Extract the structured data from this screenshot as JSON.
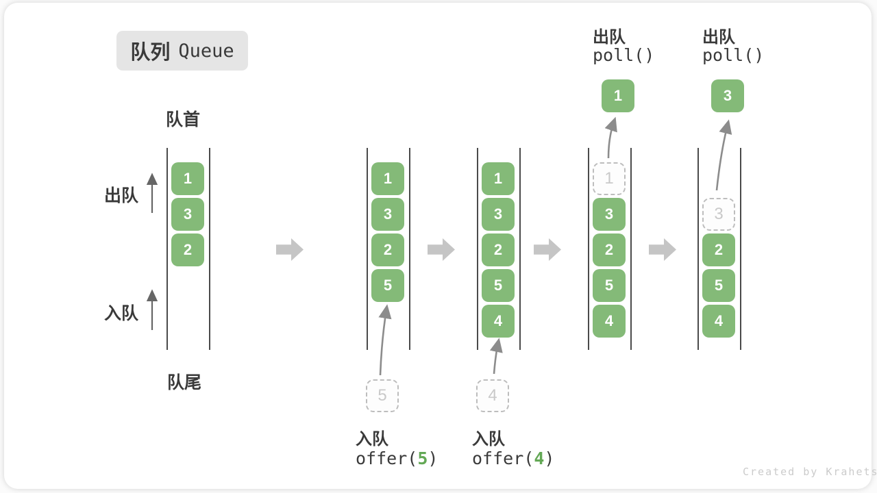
{
  "title_badge": {
    "zh": "队列",
    "en": "Queue"
  },
  "side_labels": {
    "front": "队首",
    "rear": "队尾",
    "dequeue": "出队",
    "enqueue": "入队"
  },
  "watermark": "Created by Krahets",
  "colors": {
    "green": "#84ba78",
    "green_text": "#ffffff",
    "dash_border": "#bdbdbd",
    "dash_text": "#c9c9c9",
    "code_accent": "#63a855",
    "big_arrow": "#c5c5c5",
    "line": "#4a4a4a",
    "label": "#3a3a3a",
    "watermark_color": "#cbcbcb",
    "badge_bg": "#e5e5e5",
    "connector": "#8c8c8c",
    "connector_dark": "#666666"
  },
  "states": [
    {
      "slots": [
        {
          "row": 0,
          "value": "1",
          "style": "solid"
        },
        {
          "row": 1,
          "value": "3",
          "style": "solid"
        },
        {
          "row": 2,
          "value": "2",
          "style": "solid"
        }
      ]
    },
    {
      "slots": [
        {
          "row": 0,
          "value": "1",
          "style": "solid"
        },
        {
          "row": 1,
          "value": "3",
          "style": "solid"
        },
        {
          "row": 2,
          "value": "2",
          "style": "solid"
        },
        {
          "row": 3,
          "value": "5",
          "style": "solid"
        }
      ],
      "pending_box": {
        "value": "5"
      },
      "op_bottom": {
        "label": "入队",
        "fn_open": "offer(",
        "arg": "5",
        "fn_close": ")"
      }
    },
    {
      "slots": [
        {
          "row": 0,
          "value": "1",
          "style": "solid"
        },
        {
          "row": 1,
          "value": "3",
          "style": "solid"
        },
        {
          "row": 2,
          "value": "2",
          "style": "solid"
        },
        {
          "row": 3,
          "value": "5",
          "style": "solid"
        },
        {
          "row": 4,
          "value": "4",
          "style": "solid"
        }
      ],
      "pending_box": {
        "value": "4"
      },
      "op_bottom": {
        "label": "入队",
        "fn_open": "offer(",
        "arg": "4",
        "fn_close": ")"
      }
    },
    {
      "slots": [
        {
          "row": 0,
          "value": "1",
          "style": "dashed"
        },
        {
          "row": 1,
          "value": "3",
          "style": "solid"
        },
        {
          "row": 2,
          "value": "2",
          "style": "solid"
        },
        {
          "row": 3,
          "value": "5",
          "style": "solid"
        },
        {
          "row": 4,
          "value": "4",
          "style": "solid"
        }
      ],
      "removed_box": {
        "value": "1"
      },
      "op_top": {
        "label": "出队",
        "fn": "poll()"
      }
    },
    {
      "slots": [
        {
          "row": 1,
          "value": "3",
          "style": "dashed"
        },
        {
          "row": 2,
          "value": "2",
          "style": "solid"
        },
        {
          "row": 3,
          "value": "5",
          "style": "solid"
        },
        {
          "row": 4,
          "value": "4",
          "style": "solid"
        }
      ],
      "removed_box": {
        "value": "3"
      },
      "op_top": {
        "label": "出队",
        "fn": "poll()"
      }
    }
  ]
}
